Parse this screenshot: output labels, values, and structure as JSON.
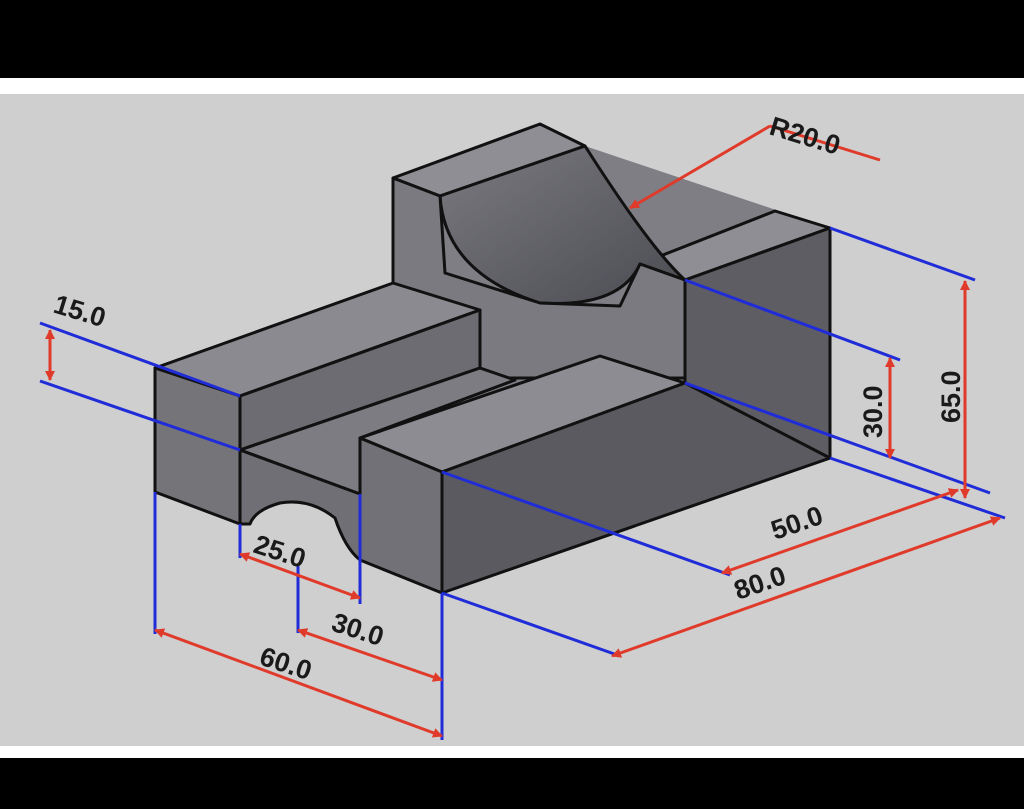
{
  "colors": {
    "background": "#cfcfcf",
    "letterbox": "#000000",
    "border": "#ffffff",
    "extension_lines": "#1f2cd8",
    "dimension_lines": "#e03a2a",
    "face_top": "#8a8a8e",
    "face_front": "#6e6e73",
    "face_right": "#5a5a60",
    "edges": "#111111"
  },
  "dimensions": {
    "radius": "R20.0",
    "step_height": "15.0",
    "inner_height": "30.0",
    "total_height": "65.0",
    "slot_width": "25.0",
    "block_width": "30.0",
    "total_width": "60.0",
    "upper_depth": "50.0",
    "total_depth": "80.0"
  }
}
